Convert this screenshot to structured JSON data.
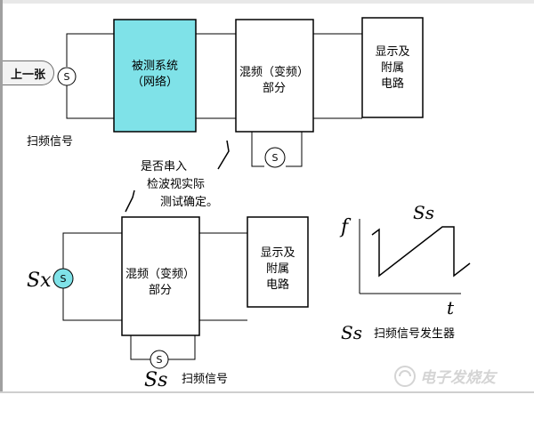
{
  "nav": {
    "prev_label": "上一张"
  },
  "top_diagram": {
    "system_box": {
      "line1": "被测系统",
      "line2": "（网络）"
    },
    "mixer_box": {
      "line1": "混频（变频）",
      "line2": "部分"
    },
    "display_box": {
      "line1": "显示及",
      "line2": "附属",
      "line3": "电路"
    },
    "sweep_label": "扫频信号"
  },
  "note": {
    "line1": "是否串入",
    "line2": "检波视实际",
    "line3": "测试确定。"
  },
  "bottom_diagram": {
    "sx_label": "Sx",
    "mixer_box": {
      "line1": "混频（变频）",
      "line2": "部分"
    },
    "display_box": {
      "line1": "显示及",
      "line2": "附属",
      "line3": "电路"
    },
    "ss_label": "Ss",
    "sweep_label": "扫频信号"
  },
  "graph": {
    "y_label": "f",
    "x_label": "t",
    "series_label": "Ss",
    "caption_symbol": "Ss",
    "caption_text": "扫频信号发生器"
  },
  "source_symbol": "S",
  "watermark": "电子发烧友",
  "colors": {
    "system_fill": "#7fe2e8",
    "source_fill": "#7fe2e8",
    "line": "#000000",
    "watermark": "#d0d0d0"
  }
}
